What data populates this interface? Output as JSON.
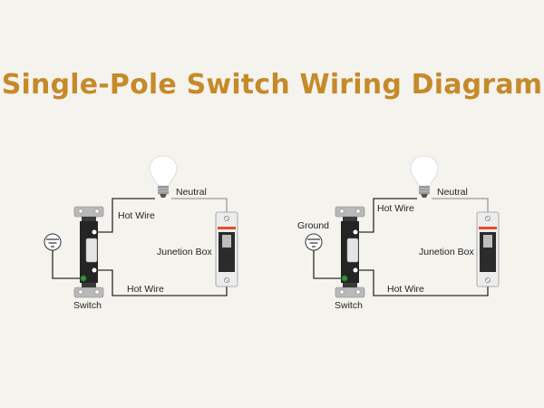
{
  "title": "Single-Pole Switch Wiring Diagram",
  "colors": {
    "title": "#c58a2a",
    "background": "#f5f3ee",
    "wire": "#2b2b2b",
    "neutral_wire": "#9a9a9a",
    "breaker_accent": "#e0502a"
  },
  "diagrams": [
    {
      "labels": {
        "neutral": "Neutral",
        "hot_wire_top": "Hot Wire",
        "junction_box": "Junetion Box",
        "hot_wire_bottom": "Hot Wire",
        "switch": "Switch"
      }
    },
    {
      "labels": {
        "neutral": "Neutral",
        "hot_wire_top": "Hot Wire",
        "ground": "Ground",
        "junction_box": "Junetion Box",
        "hot_wire_bottom": "Hot Wire",
        "switch": "Switch"
      }
    }
  ]
}
